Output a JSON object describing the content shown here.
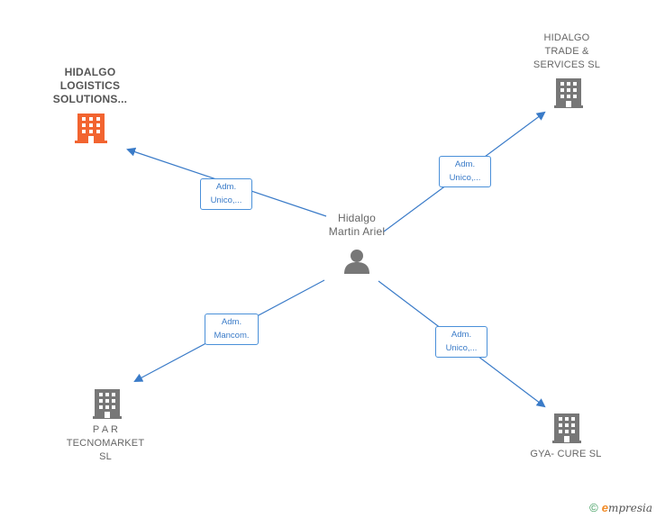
{
  "center": {
    "name_line1": "Hidalgo",
    "name_line2": "Martin Ariel"
  },
  "companies": {
    "hidalgo_logistics": {
      "lines": [
        "HIDALGO",
        "LOGISTICS",
        "SOLUTIONS..."
      ],
      "color": "#f26430"
    },
    "hidalgo_trade": {
      "lines": [
        "HIDALGO",
        "TRADE &",
        "SERVICES  SL"
      ],
      "color": "#666666"
    },
    "par_tecnomarket": {
      "lines": [
        "P A R",
        "TECNOMARKET",
        "SL"
      ],
      "color": "#666666"
    },
    "gya_cure": {
      "lines": [
        "GYA- CURE  SL"
      ],
      "color": "#666666"
    }
  },
  "edges": {
    "to_logistics": {
      "line1": "Adm.",
      "line2": "Unico,..."
    },
    "to_trade": {
      "line1": "Adm.",
      "line2": "Unico,..."
    },
    "to_par": {
      "line1": "Adm.",
      "line2": "Mancom."
    },
    "to_gya": {
      "line1": "Adm.",
      "line2": "Unico,..."
    }
  },
  "colors": {
    "edge": "#3a7bc8",
    "accent": "#f26430",
    "icon_gray": "#777777"
  },
  "footer": {
    "copyright_symbol": "©",
    "brand_e": "e",
    "brand_rest": "mpresia"
  }
}
